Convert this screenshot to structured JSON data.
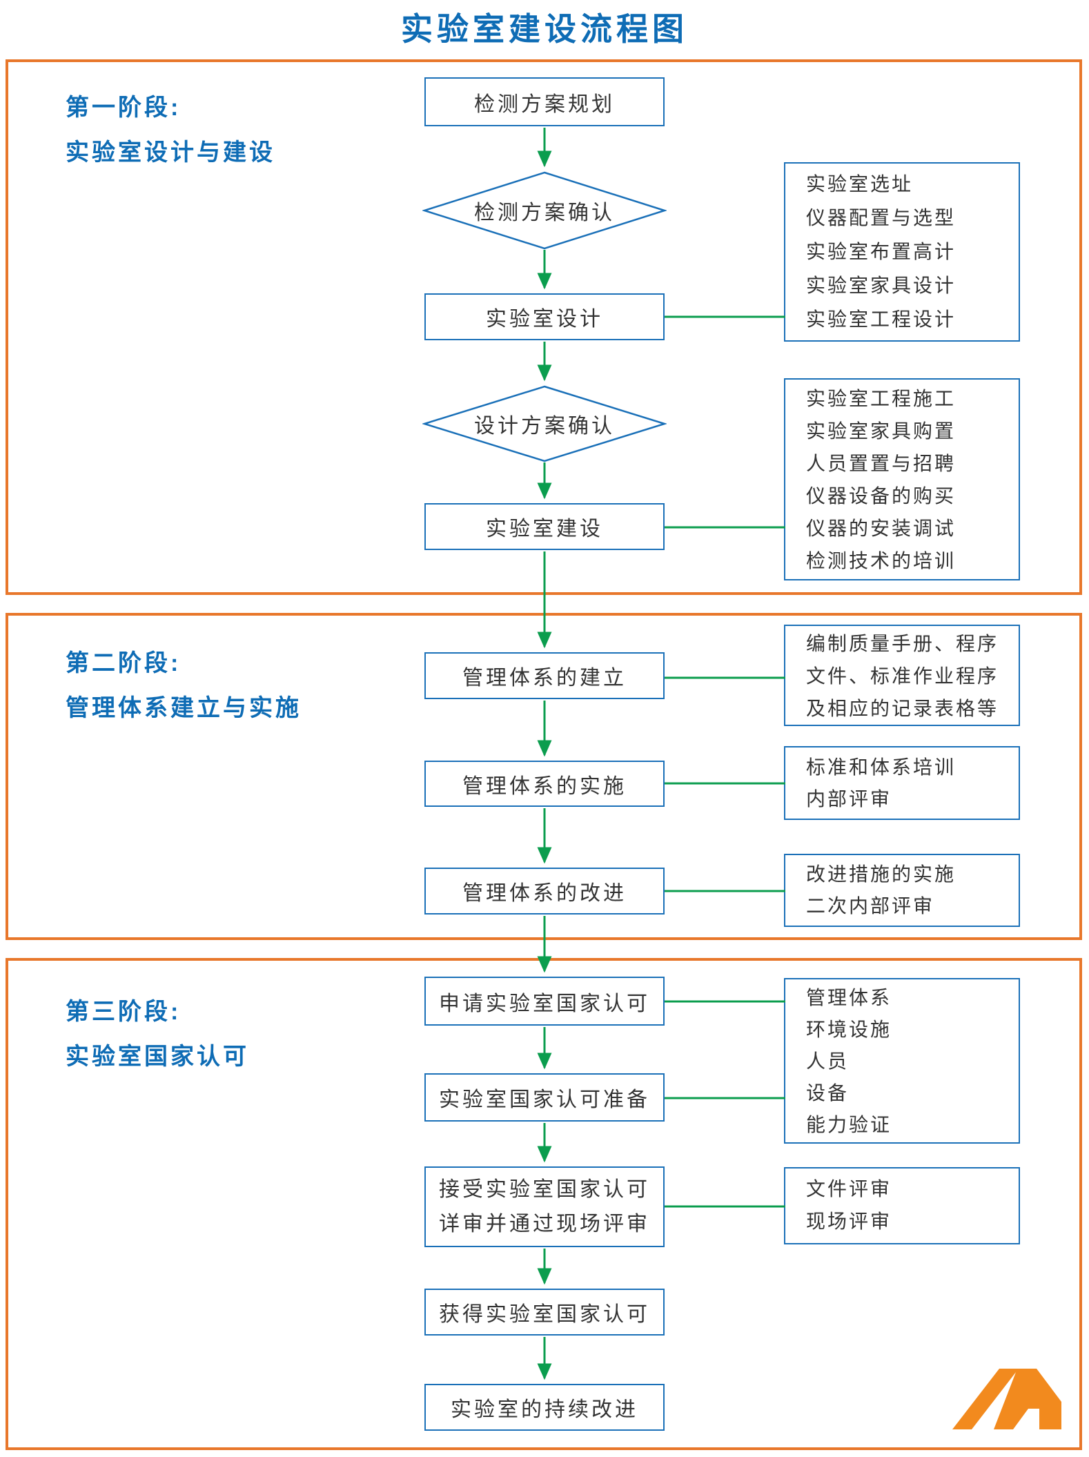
{
  "title": "实验室建设流程图",
  "stages": [
    {
      "line1": "第一阶段:",
      "line2": "实验室设计与建设"
    },
    {
      "line1": "第二阶段:",
      "line2": "管理体系建立与实施"
    },
    {
      "line1": "第三阶段:",
      "line2": "实验室国家认可"
    }
  ],
  "nodes": {
    "plan": "检测方案规划",
    "plan_confirm": "检测方案确认",
    "design": "实验室设计",
    "design_confirm": "设计方案确认",
    "build": "实验室建设",
    "sys_establish": "管理体系的建立",
    "sys_implement": "管理体系的实施",
    "sys_improve": "管理体系的改进",
    "apply": "申请实验室国家认可",
    "prepare": "实验室国家认可准备",
    "accept_line1": "接受实验室国家认可",
    "accept_line2": "详审并通过现场评审",
    "obtain": "获得实验室国家认可",
    "continuous": "实验室的持续改进"
  },
  "side_boxes": [
    {
      "lines": [
        "实验室选址",
        "仪器配置与选型",
        "实验室布置高计",
        "实验室家具设计",
        "实验室工程设计"
      ]
    },
    {
      "lines": [
        "实验室工程施工",
        "实验室家具购置",
        "人员置置与招聘",
        "仪器设备的购买",
        "仪器的安装调试",
        "检测技术的培训"
      ]
    },
    {
      "lines": [
        "编制质量手册、程序",
        "文件、标准作业程序",
        "及相应的记录表格等"
      ]
    },
    {
      "lines": [
        "标准和体系培训",
        "内部评审"
      ]
    },
    {
      "lines": [
        "改进措施的实施",
        "二次内部评审"
      ]
    },
    {
      "lines": [
        "管理体系",
        "环境设施",
        "人员",
        "设备",
        "能力验证"
      ]
    },
    {
      "lines": [
        "文件评审",
        "现场评审"
      ]
    }
  ],
  "colors": {
    "title-blue": "#0E6CB5",
    "border-blue": "#1A70B8",
    "text-dark": "#333333",
    "green": "#0B9D4E",
    "orange": "#E8772B",
    "logo-orange": "#F28A1E"
  }
}
